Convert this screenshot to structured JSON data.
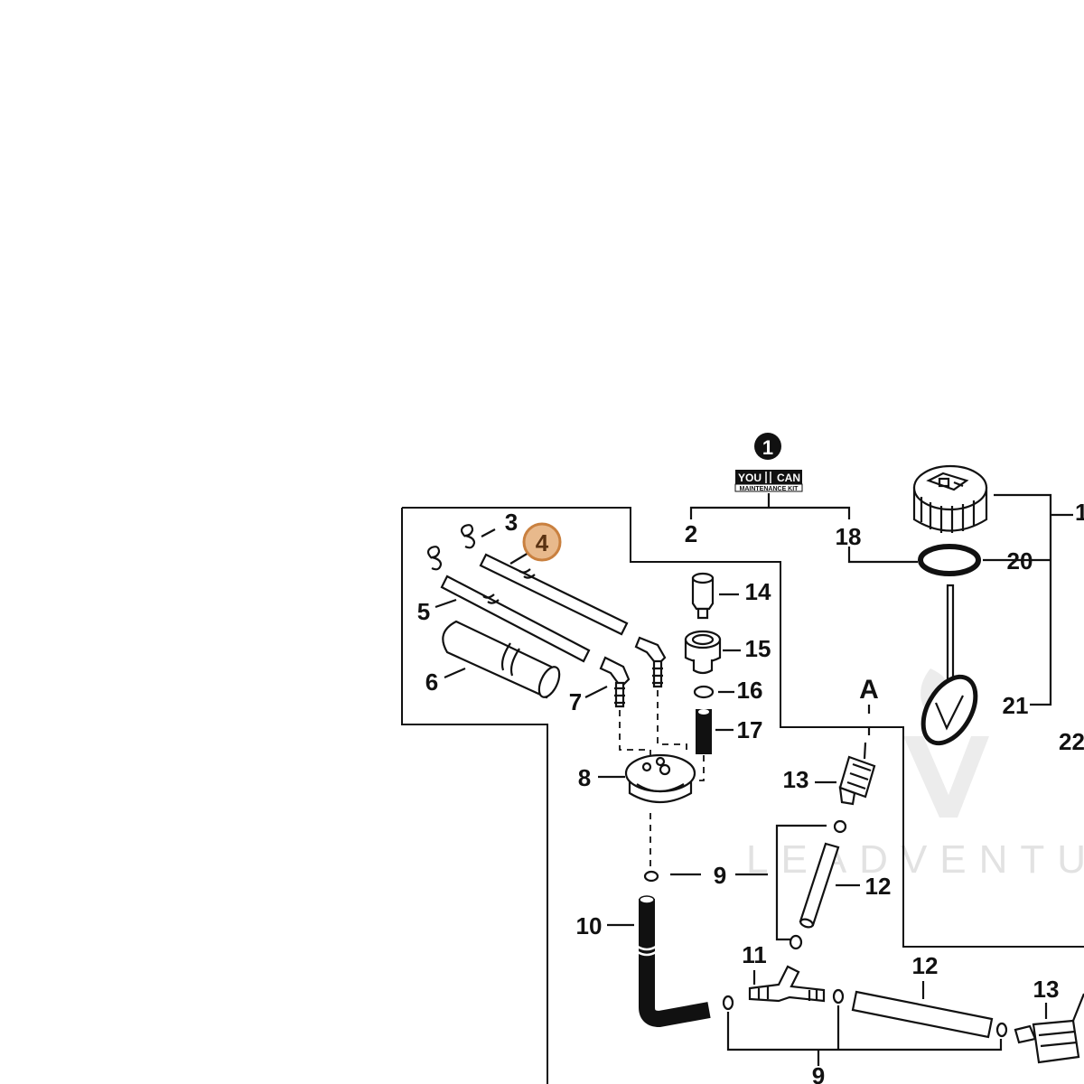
{
  "watermark": {
    "text": "LEADVENTUR"
  },
  "kit": {
    "badge": "1",
    "brand_left": "YOU",
    "brand_right": "CAN",
    "subtitle": "MAINTENANCE KIT"
  },
  "callouts": {
    "c2": "2",
    "c3": "3",
    "c4": "4",
    "c5": "5",
    "c6": "6",
    "c7": "7",
    "c8": "8",
    "c9a": "9",
    "c9b": "9",
    "c10": "10",
    "c11": "11",
    "c12a": "12",
    "c12b": "12",
    "c13a": "13",
    "c13b": "13",
    "c14": "14",
    "c15": "15",
    "c16": "16",
    "c17": "17",
    "c18": "18",
    "c19": "1",
    "c20": "20",
    "c21": "21",
    "c22": "22",
    "cA": "A"
  },
  "highlighted_part": "4",
  "colors": {
    "highlight_fill": "#e8b98c",
    "highlight_stroke": "#c9803f",
    "line": "#111111",
    "watermark": "#e2e2e2"
  }
}
